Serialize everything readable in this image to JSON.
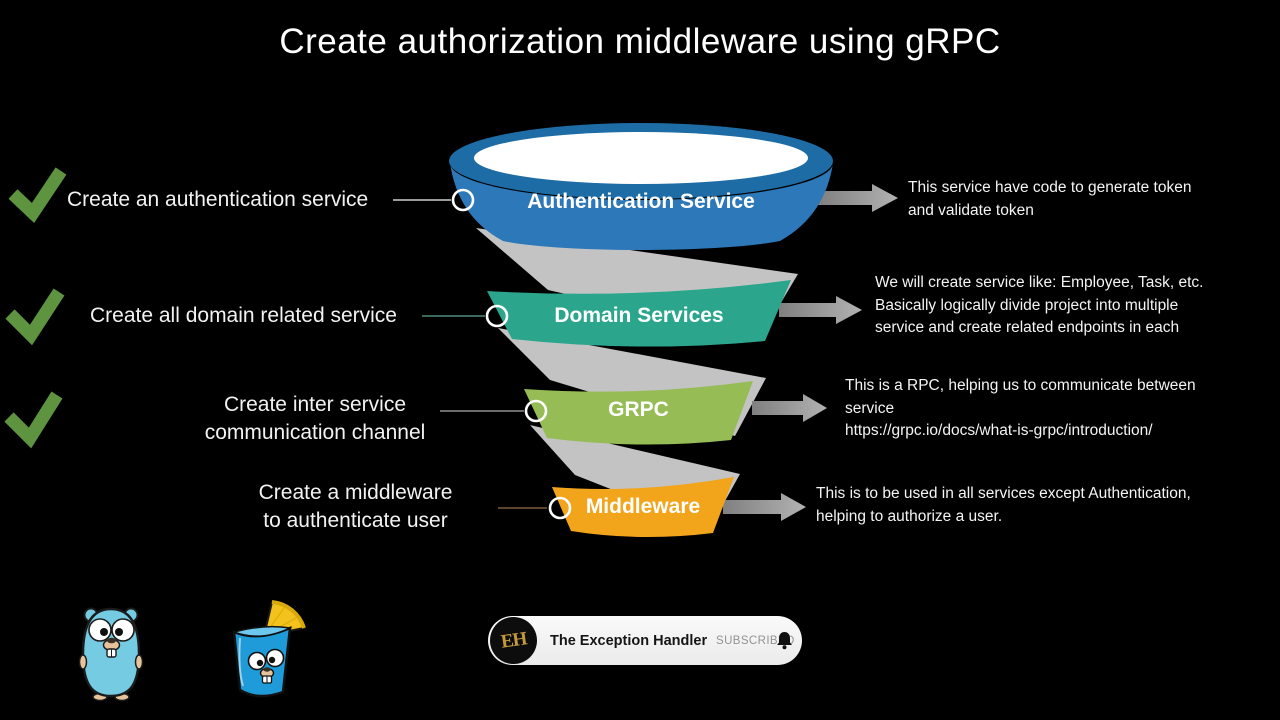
{
  "title": "Create authorization middleware using gRPC",
  "steps": [
    {
      "checked": true,
      "task_lines": [
        "Create an authentication service"
      ],
      "stage": "Authentication Service",
      "color": "#2C78B8",
      "desc_lines": [
        "This service have code to generate token",
        "and validate token"
      ]
    },
    {
      "checked": true,
      "task_lines": [
        "Create all domain related service"
      ],
      "stage": "Domain Services",
      "color": "#2BA68D",
      "desc_lines": [
        "We will create service like: Employee, Task, etc.",
        "Basically logically divide project into multiple",
        "service and create related endpoints in each"
      ]
    },
    {
      "checked": true,
      "task_lines": [
        "Create inter service",
        "communication channel"
      ],
      "stage": "GRPC",
      "color": "#96BC55",
      "desc_lines": [
        "This is a RPC, helping us to communicate between",
        "service",
        "https://grpc.io/docs/what-is-grpc/introduction/"
      ]
    },
    {
      "checked": false,
      "task_lines": [
        "Create a middleware",
        "to authenticate user"
      ],
      "stage": "Middleware",
      "color": "#F2A41B",
      "desc_lines": [
        "This is to be used in all services except Authentication,",
        "helping to authorize a user."
      ]
    }
  ],
  "colors": {
    "check_green": "#5E9440",
    "ribbon_gray": "#C3C3C3",
    "arrow_gray": "#9A9A9A",
    "background": "#000000"
  },
  "banner": {
    "logo_text": "EH",
    "channel_name": "The Exception Handler",
    "status_label": "SUBSCRIBED"
  },
  "mascots": {
    "left": "go-gopher",
    "right": "gopher-in-glass-with-lemon"
  }
}
